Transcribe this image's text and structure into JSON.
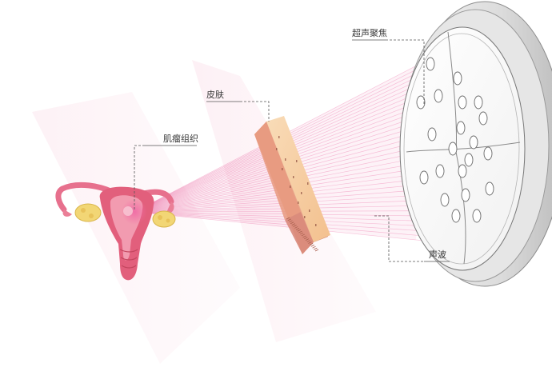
{
  "labels": {
    "focus": "超声聚焦",
    "skin": "皮肤",
    "tumor": "肌瘤组织",
    "wave": "声波"
  },
  "colors": {
    "beam": "#ea5c9a",
    "uterus": "#e0607e",
    "ovary": "#f2d675",
    "skin_top": "#f5c99a",
    "skin_side": "#d98b73",
    "transducer_rim": "#c8c8c8",
    "leader_line": "#555555"
  }
}
